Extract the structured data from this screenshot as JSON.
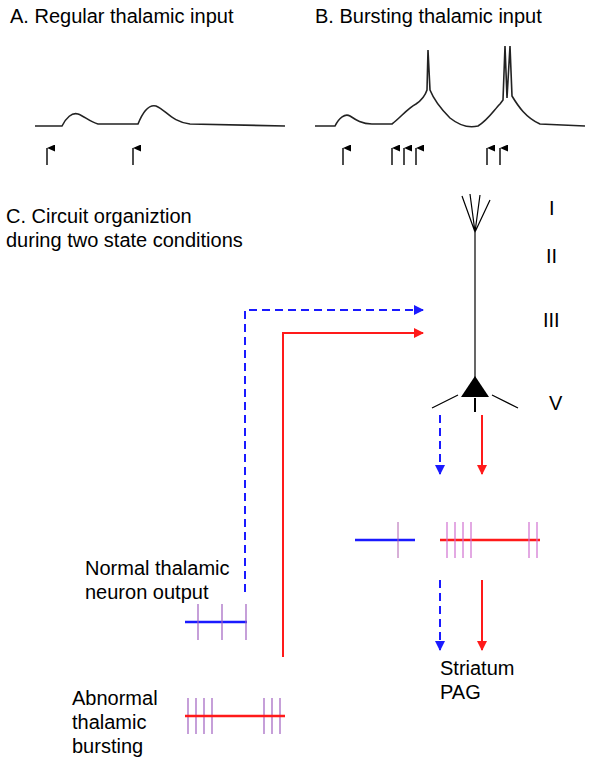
{
  "diagram": {
    "labels": [
      "A. Regular thalamic input",
      "B. Bursting thalamic input",
      "C. Circuit organiztion during two state conditions",
      "I",
      "II",
      "III",
      "V",
      "Normal thalamic neuron output",
      "Abnormal thalamic bursting",
      "Striatum PAG"
    ]
  }
}
